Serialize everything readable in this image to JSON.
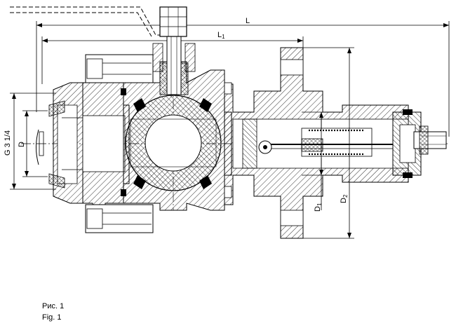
{
  "drawing": {
    "dimensions": {
      "L": "L",
      "L1": "L",
      "L1_sub": "1",
      "D": "D",
      "G": "G 3 1/4",
      "D1": "D",
      "D1_sub": "1",
      "D2": "D",
      "D2_sub": "2"
    }
  },
  "caption": {
    "ru": "Рис. 1",
    "en": "Fig.  1"
  }
}
